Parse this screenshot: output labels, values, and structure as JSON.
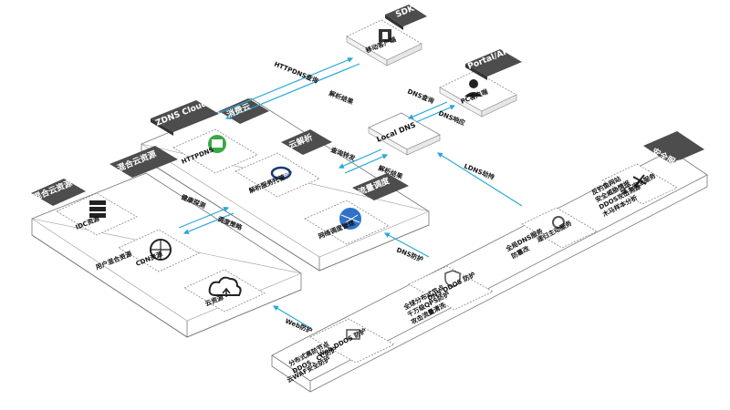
{
  "sdk": {
    "tag": "SDK",
    "label": "移动客户端"
  },
  "portal": {
    "tag": "Portal/API",
    "label": "PC客户端"
  },
  "zdns_cloud": {
    "tag": "ZDNS Cloud"
  },
  "consumer_cloud": {
    "tag": "消费云",
    "label": "HTTPDNS"
  },
  "cloud_dns": {
    "tag": "云解析",
    "logo_text": "ZDNS CLOUD",
    "label": "解析服务托管"
  },
  "traffic": {
    "tag": "流量调度",
    "label": "网络调度管理"
  },
  "hybrid": {
    "tag": "混合云资源",
    "tag2": "混合云资源",
    "idc": "IDC资源",
    "cdn": "CDN资源",
    "cloud": "云资源",
    "note": "用户混合资源"
  },
  "local_dns": {
    "label": "Local DNS"
  },
  "security": {
    "tag": "安全服务",
    "service1": {
      "title": "域下安全服务",
      "lines": [
        "反钓鱼网站",
        "安全威胁情报",
        "DDOS攻击溯源",
        "木马样本分析"
      ]
    },
    "service2": {
      "lines": [
        "递归主动服务",
        "全局DNS服务",
        "防篡改"
      ]
    },
    "service3": {
      "lines": [
        "DNS DDOS 防护",
        "全球分布式节点",
        "千万级QPS防护",
        "攻击流量清洗"
      ]
    },
    "service4": {
      "lines": [
        "Web DDOS 防护",
        "分布式高防节点",
        "DDOS、CC防护",
        "云WAF安全防护"
      ]
    }
  },
  "arrows": {
    "httpdns_query": "HTTPDNS查询",
    "resolve_result": "解析结果",
    "dns_query": "DNS查询",
    "dns_response": "DNS响应",
    "query_forward": "查询转发",
    "resolve_result2": "解析结果",
    "ldns_hijack": "LDNS劫持",
    "dns_protect": "DNS防护",
    "web_protect": "Web防护",
    "health_check": "健康探测",
    "schedule_strategy": "调度策略"
  }
}
